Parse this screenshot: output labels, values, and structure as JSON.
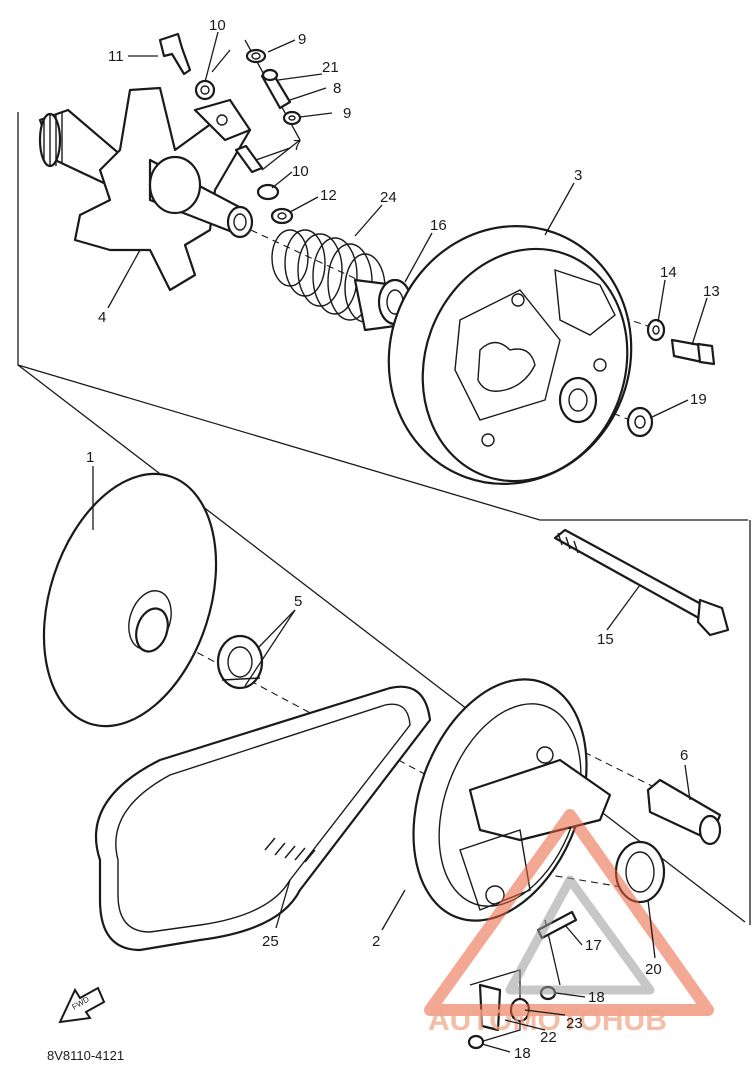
{
  "diagram": {
    "code": "8V8110-4121",
    "arrow_label": "FWD",
    "watermark": "AUTOMOTOHUB",
    "watermark_colors": {
      "accent": "#e8623a",
      "gray": "#9a9a9a"
    },
    "callouts": [
      {
        "id": "1",
        "text": "1"
      },
      {
        "id": "2",
        "text": "2"
      },
      {
        "id": "3",
        "text": "3"
      },
      {
        "id": "4",
        "text": "4"
      },
      {
        "id": "5",
        "text": "5"
      },
      {
        "id": "6",
        "text": "6"
      },
      {
        "id": "7",
        "text": "7"
      },
      {
        "id": "8",
        "text": "8"
      },
      {
        "id": "9a",
        "text": "9"
      },
      {
        "id": "9b",
        "text": "9"
      },
      {
        "id": "10a",
        "text": "10"
      },
      {
        "id": "10b",
        "text": "10"
      },
      {
        "id": "11",
        "text": "11"
      },
      {
        "id": "12",
        "text": "12"
      },
      {
        "id": "13",
        "text": "13"
      },
      {
        "id": "14",
        "text": "14"
      },
      {
        "id": "15",
        "text": "15"
      },
      {
        "id": "16",
        "text": "16"
      },
      {
        "id": "17",
        "text": "17"
      },
      {
        "id": "18a",
        "text": "18"
      },
      {
        "id": "18b",
        "text": "18"
      },
      {
        "id": "19",
        "text": "19"
      },
      {
        "id": "20",
        "text": "20"
      },
      {
        "id": "21",
        "text": "21"
      },
      {
        "id": "22",
        "text": "22"
      },
      {
        "id": "23",
        "text": "23"
      },
      {
        "id": "24",
        "text": "24"
      },
      {
        "id": "25",
        "text": "25"
      }
    ]
  }
}
